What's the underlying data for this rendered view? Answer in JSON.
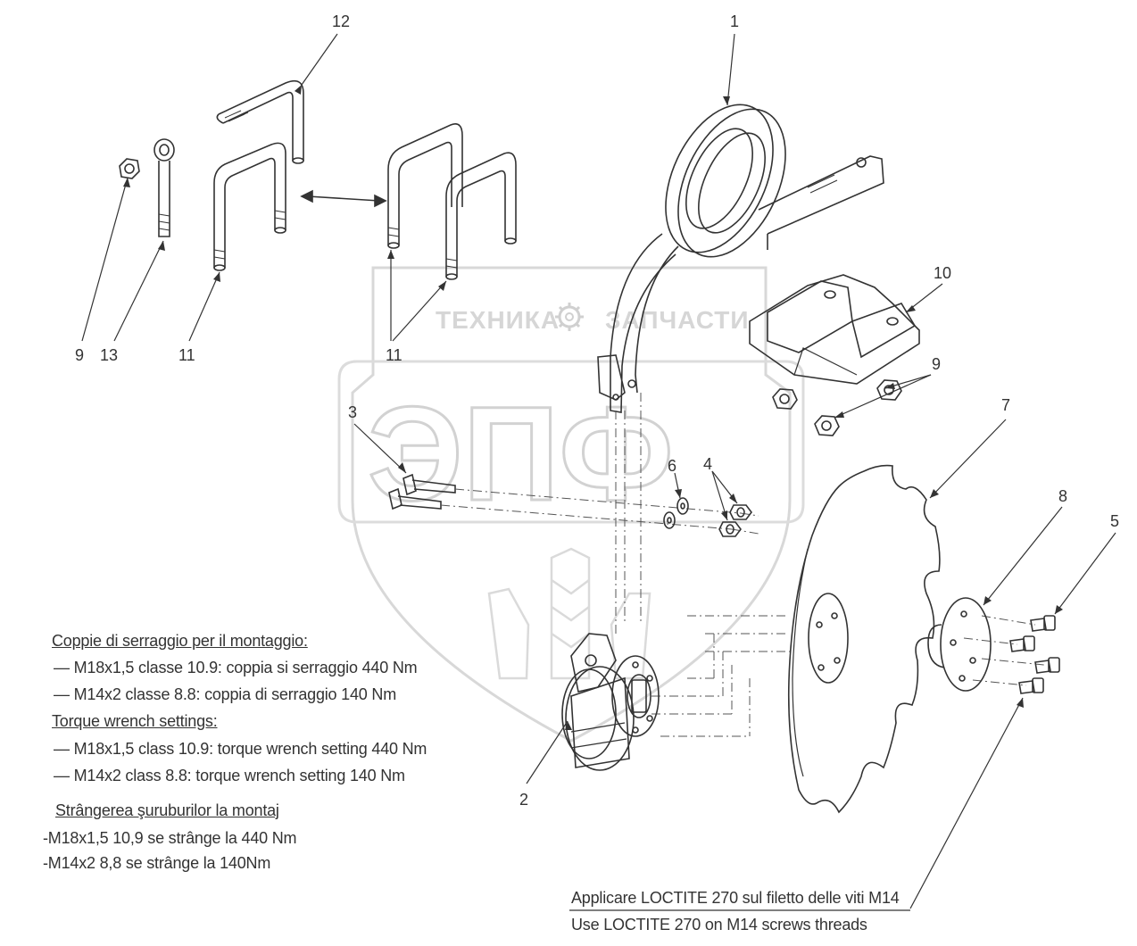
{
  "callouts": {
    "n1": "1",
    "n2": "2",
    "n3": "3",
    "n4": "4",
    "n5": "5",
    "n6": "6",
    "n7": "7",
    "n8": "8",
    "n9a": "9",
    "n9b": "9",
    "n10": "10",
    "n11a": "11",
    "n11b": "11",
    "n12": "12",
    "n13": "13"
  },
  "watermark": {
    "left_text": "ТЕХНИКА",
    "right_text": "ЗАПЧАСТИ",
    "big_text": "ЭПФ",
    "gear_icon": "gear-icon"
  },
  "torque_notes": {
    "it_heading": "Coppie di serraggio per il montaggio:",
    "it_line1": "— M18x1,5 classe 10.9: coppia si serraggio 440 Nm",
    "it_line2": "— M14x2 classe 8.8: coppia di serraggio 140 Nm",
    "en_heading": "Torque wrench settings:",
    "en_line1": "— M18x1,5 class 10.9: torque wrench setting 440 Nm",
    "en_line2": "— M14x2 class 8.8: torque wrench setting 140 Nm",
    "ro_heading": "Strângerea şuruburilor la montaj",
    "ro_line1": "-M18x1,5 10,9 se strânge la 440 Nm",
    "ro_line2": "-M14x2 8,8 se strânge la 140Nm"
  },
  "loctite_notes": {
    "it": "Applicare LOCTITE 270 sul filetto delle viti M14",
    "en": "Use LOCTITE 270 on M14 screws threads"
  },
  "colors": {
    "line": "#333333",
    "watermark": "#d6d6d6"
  }
}
